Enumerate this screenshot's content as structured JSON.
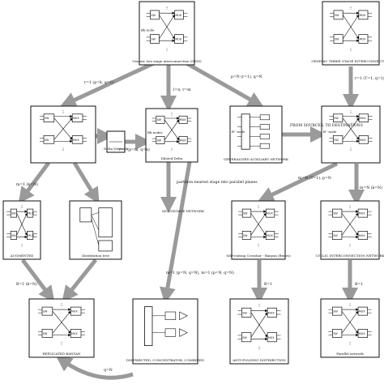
{
  "nodes": [
    {
      "id": "gtdi",
      "label": "Generic two stage interconnection (GTDI)",
      "inner": "Bk node",
      "kind": "crossbar"
    },
    {
      "id": "top_right",
      "label": "GENERIC THREE STAGE INTERCONNECTION",
      "inner": "",
      "kind": "crossbar"
    },
    {
      "id": "left_mid",
      "label": "",
      "inner": "",
      "kind": "crossbar"
    },
    {
      "id": "delta",
      "label": "Delta Network",
      "inner": "",
      "kind": "small"
    },
    {
      "id": "dilated",
      "label": "Dilated Delta",
      "inner": "Bk nodes",
      "kind": "crossbar"
    },
    {
      "id": "gen_aux",
      "label": "GENERALIZED AUXILIARY NETWORK",
      "inner": "B'' node",
      "kind": "rail"
    },
    {
      "id": "right_mid",
      "label": "",
      "inner": "B'' node",
      "kind": "crossbar"
    },
    {
      "id": "aug",
      "label": "AUGMENTED",
      "inner": "",
      "kind": "crossbar"
    },
    {
      "id": "dist_tree",
      "label": "Distribution tree",
      "inner": "",
      "kind": "tree"
    },
    {
      "id": "multistage",
      "label": "MULTISTAGE NETWORK",
      "inner": "",
      "kind": "plain"
    },
    {
      "id": "self_route",
      "label": "Self-routing Crossbar - Banyan (Benes)",
      "inner": "",
      "kind": "crossbar"
    },
    {
      "id": "cyclic",
      "label": "CYCLIC INTERCONNECTION NETWORK",
      "inner": "",
      "kind": "crossbar"
    },
    {
      "id": "bottom_left",
      "label": "REPLICATED BANYAN",
      "inner": "",
      "kind": "crossbar"
    },
    {
      "id": "bottom_mid",
      "label": "DISTRIBUTED, CONCENTRATOR, COMBINED",
      "inner": "",
      "kind": "combiner"
    },
    {
      "id": "bottom_right_a",
      "label": "ANTI-FOLDING DISTRIBUTION",
      "inner": "",
      "kind": "crossbar"
    },
    {
      "id": "bottom_right_b",
      "label": "Parallel network",
      "inner": "",
      "kind": "crossbar"
    }
  ],
  "edges": [
    {
      "from": "gtdi",
      "to": "left_mid",
      "label": "r=1 (p=k, q=1)"
    },
    {
      "from": "gtdi",
      "to": "dilated",
      "label": "l=n, r=m"
    },
    {
      "from": "gtdi",
      "to": "gen_aux",
      "label": "p=N (r=1), q=N"
    },
    {
      "from": "top_right",
      "to": "right_mid",
      "label": "r=1 (T=1, q=1)"
    },
    {
      "from": "left_mid",
      "to": "delta",
      "label": ""
    },
    {
      "from": "left_mid",
      "to": "aug",
      "label": "m=1 (k=N)"
    },
    {
      "from": "left_mid",
      "to": "dist_tree",
      "label": ""
    },
    {
      "from": "dilated",
      "to": "multistage",
      "label": "partition nearest stage into parallel planes"
    },
    {
      "from": "delta",
      "to": "dilated",
      "label": "r=1 (p=m, q=n)"
    },
    {
      "from": "gen_aux",
      "to": "right_mid",
      "label": "FROM SOURCES, TO DESTINATIONS"
    },
    {
      "from": "right_mid",
      "to": "self_route",
      "label": "m=N (T=1), p=N"
    },
    {
      "from": "right_mid",
      "to": "cyclic",
      "label": "m=N (k=N)"
    },
    {
      "from": "aug",
      "to": "bottom_left",
      "label": "B=1 (k=N)"
    },
    {
      "from": "dist_tree",
      "to": "bottom_left",
      "label": ""
    },
    {
      "from": "dilated",
      "to": "bottom_mid",
      "label": "m=1 (p=N, q=N), m=1 (p=N, q=N)"
    },
    {
      "from": "self_route",
      "to": "bottom_right_a",
      "label": "B=1"
    },
    {
      "from": "cyclic",
      "to": "bottom_right_b",
      "label": "B=1"
    },
    {
      "from": "bottom_mid",
      "to": "bottom_left",
      "label": "q=N"
    }
  ],
  "inner_box_text": [
    "SW",
    "MUX"
  ],
  "colors": {
    "arrow": "#9a9a9a",
    "line": "#111111",
    "box": "#111111"
  }
}
